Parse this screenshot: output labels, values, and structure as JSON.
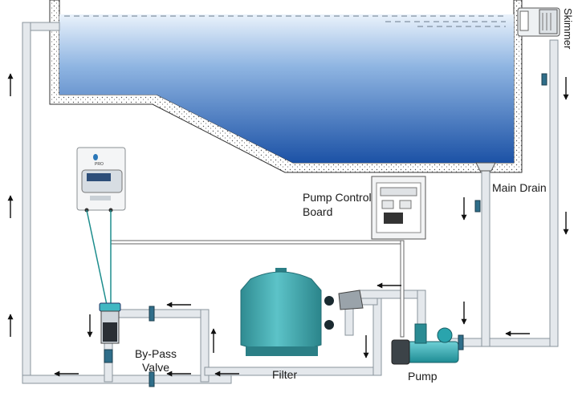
{
  "labels": {
    "skimmer": "Skimmer",
    "main_drain": "Main Drain",
    "pump_control_board_line1": "Pump Control",
    "pump_control_board_line2": "Board",
    "bypass_valve_line1": "By-Pass",
    "bypass_valve_line2": "Valve",
    "filter": "Filter",
    "pump": "Pump"
  },
  "device_screen_text": "PRO",
  "colors": {
    "pipe": "#e4e8ec",
    "pipe_outline": "#8a949c",
    "water_top": "#e9f2fb",
    "water_bottom": "#1c52a6",
    "valve": "#2f6e8a",
    "filter_tank": "#3fa3a8",
    "pump_body": "#2aa4ad",
    "arrow": "#111111"
  },
  "icons": {
    "arrow": "arrow-icon",
    "valve": "valve-icon"
  }
}
